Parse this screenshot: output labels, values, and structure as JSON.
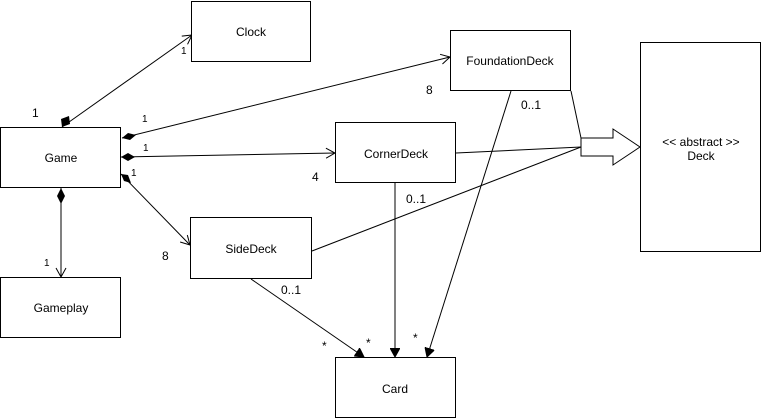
{
  "nodes": {
    "clock": "Clock",
    "game": "Game",
    "gameplay": "Gameplay",
    "foundation_deck": "FoundationDeck",
    "corner_deck": "CornerDeck",
    "side_deck": "SideDeck",
    "card": "Card",
    "deck_stereotype": "<< abstract >>",
    "deck_name": "Deck"
  },
  "multiplicities": {
    "game_clock_source": "1",
    "game_clock_target": "1",
    "game_foundation_source": "1",
    "game_foundation_target": "8",
    "game_corner_source": "1",
    "game_corner_target": "4",
    "game_side_source": "1",
    "game_side_target": "8",
    "game_gameplay_target": "1",
    "foundation_card_source": "0..1",
    "foundation_card_target": "*",
    "corner_card_source": "0..1",
    "corner_card_target": "*",
    "side_card_source": "0..1",
    "side_card_target": "*"
  }
}
